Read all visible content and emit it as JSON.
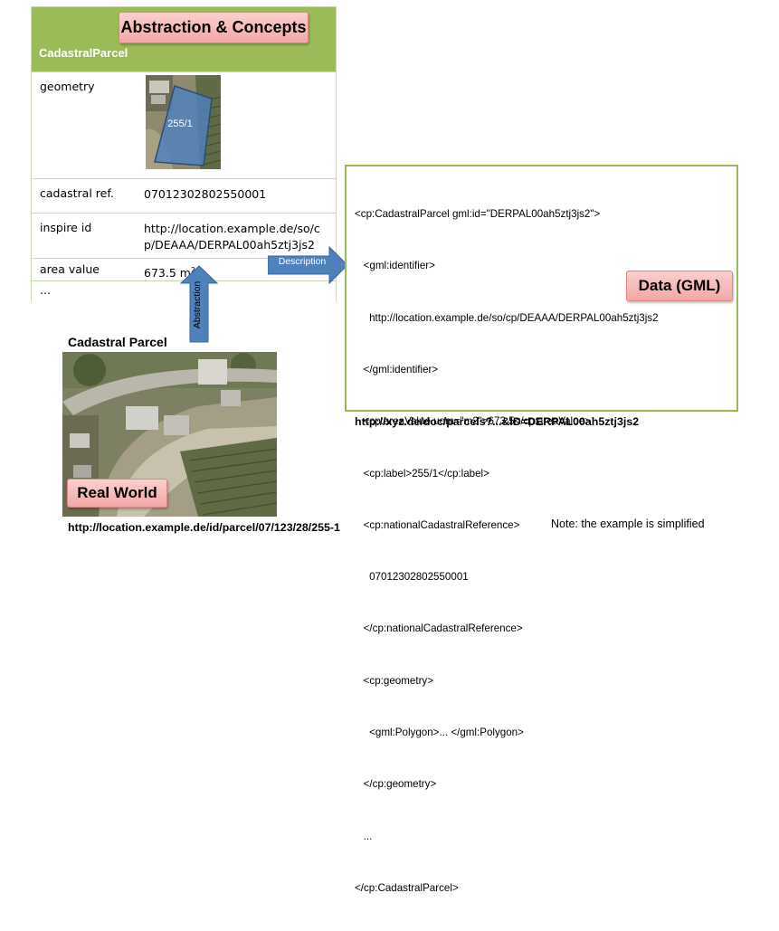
{
  "concepts_label": "Abstraction & Concepts",
  "class_name": "CadastralParcel",
  "table": {
    "geometry_key": "geometry",
    "geometry_parcel_label": "255/1",
    "cadastral_key": "cadastral ref.",
    "cadastral_value": "07012302802550001",
    "inspire_key": "inspire id",
    "inspire_value_line1": "http://location.example.de/so/c",
    "inspire_value_line2": "p/DEAAA/DERPAL00ah5ztj3js2",
    "area_key": "area value",
    "area_value": "673.5 m",
    "area_unit_sup": "2",
    "more": "..."
  },
  "arrows": {
    "description": "Description",
    "abstraction": "Abstraction"
  },
  "gml": {
    "lines": [
      "<cp:CadastralParcel gml:id=\"DERPAL00ah5ztj3js2\">",
      "   <gml:identifier>",
      "     http://location.example.de/so/cp/DEAAA/DERPAL00ah5ztj3js2",
      "   </gml:identifier>",
      "   <cp:areaValue uom=\"m2\">673.5</cp:areaValue>",
      "   <cp:label>255/1</cp:label>",
      "   <cp:nationalCadastralReference>",
      "     07012302802550001",
      "   </cp:nationalCadastralReference>",
      "   <cp:geometry>",
      "     <gml:Polygon>... </gml:Polygon>",
      "   </cp:geometry>",
      "   ...",
      "</cp:CadastralParcel>"
    ],
    "label": "Data (GML)",
    "url": "http://xyz.de/doc/parcels?...&ID=DERPAL00ah5ztj3js2"
  },
  "real_world": {
    "title": "Cadastral Parcel",
    "label": "Real World",
    "url": "http://location.example.de/id/parcel/07/123/28/255-1"
  },
  "note": "Note: the example is simplified",
  "colors": {
    "header_green": "#9bbb59",
    "label_pink": "#f2a7a6",
    "arrow_blue": "#4f81bd",
    "parcel_blue": "#4f81bd"
  }
}
